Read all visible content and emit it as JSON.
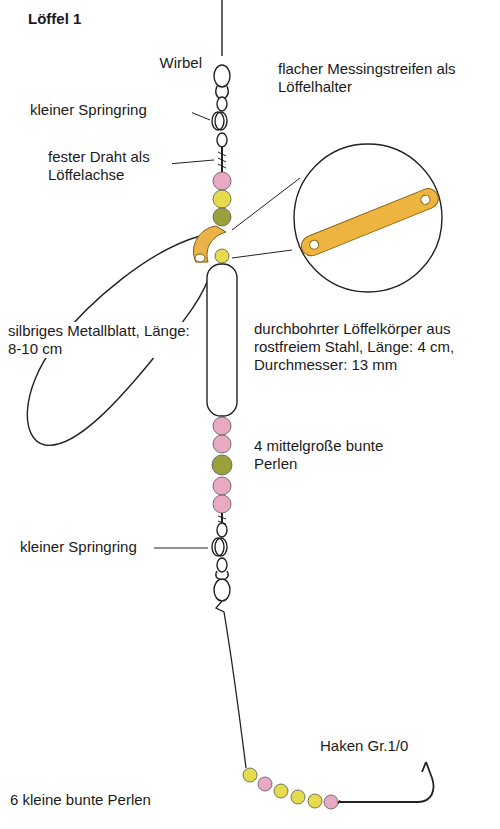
{
  "diagram": {
    "title": "Löffel 1",
    "labels": [
      "Wirbel",
      "flacher Messingstreifen als Löffelhalter",
      "kleiner Springring",
      "fester Draht als Löffelachse",
      "silbriges Metallblatt, Länge: 8-10 cm",
      "durchbohrter Löffelkörper aus rostfreiem Stahl, Länge: 4 cm, Durchmesser: 13 mm",
      "4 mittelgroße bunte Perlen",
      "kleiner Springring",
      "Haken Gr.1/0",
      "6 kleine bunte Perlen"
    ]
  }
}
